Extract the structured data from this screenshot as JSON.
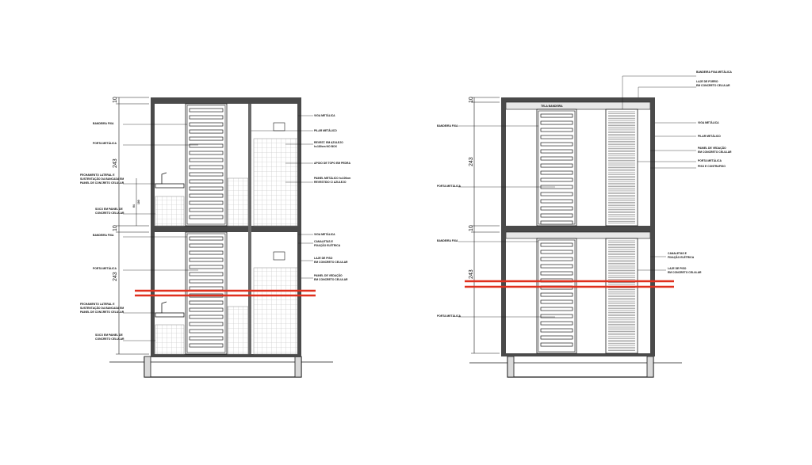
{
  "left_section": {
    "dimensions": {
      "slab_top": "10",
      "floor_upper": "243",
      "slab_mid": "10",
      "floor_lower": "243",
      "sink_h1": "64",
      "sink_h2": "100"
    },
    "labels_left": [
      "BANDEIRA FIXA",
      "PORTA METÁLICA",
      "FECHAMENTO LATERAL E",
      "SUSTENTAÇÃO DA BANCADA EM",
      "PAINEL DE CONCRETO CELULAR",
      "SOCO EM PAINEL DE",
      "CONCRETO CELULAR",
      "BANDEIRA FIXA",
      "PORTA METÁLICA",
      "FECHAMENTO LATERAL E",
      "SUSTENTAÇÃO DA BANCADA EM",
      "PAINEL DE CONCRETO CELULAR",
      "SOCO EM PAINEL DE",
      "CONCRETO CELULAR"
    ],
    "labels_right": [
      "VIGA METÁLICA",
      "PILAR METÁLICO",
      "REVEST. EM AZULEJO",
      "h=180cm NO BOX",
      "APOIO DE TOPO EM PEDRA",
      "PAINEL METÁLICO h=100cm",
      "REVESTIDO C/ AZULEJO",
      "VIGA METÁLICA",
      "CANALETAS E",
      "FIXAÇÃO ELÉTRICA",
      "LAJE DE PISO",
      "EM CONCRETO CELULAR",
      "PAINEL DE VEDAÇÃO",
      "EM CONCRETO CELULAR"
    ]
  },
  "right_section": {
    "dimensions": {
      "slab_top": "10",
      "floor_upper": "243",
      "slab_mid": "10",
      "floor_lower": "243"
    },
    "top_labels": [
      "BANDEIRA FIXA METÁLICA",
      "LAJE DE FORRO",
      "EM CONCRETO CELULAR"
    ],
    "inner_label": "TELA BANDEIRA",
    "labels_left": [
      "BANDEIRA FIXA",
      "PORTA METÁLICA",
      "BANDEIRA FIXA",
      "PORTA METÁLICA"
    ],
    "labels_right": [
      "VIGA METÁLICA",
      "PILAR METÁLICO",
      "PAINEL DE VEDAÇÃO",
      "EM CONCRETO CELULAR",
      "PORTA METÁLICA",
      "PISO E CONTRAPISO"
    ],
    "labels_mid": [
      "CANALETAS E",
      "FIXAÇÃO ELÉTRICA",
      "LAJE DE PISO",
      "EM CONCRETO CELULAR"
    ]
  },
  "colors": {
    "ink": "#1a1a1a",
    "cut": "#4a4a4a",
    "panel": "#e8e8e8",
    "section_line": "#e0301e",
    "tile": "#bdbdbd"
  }
}
